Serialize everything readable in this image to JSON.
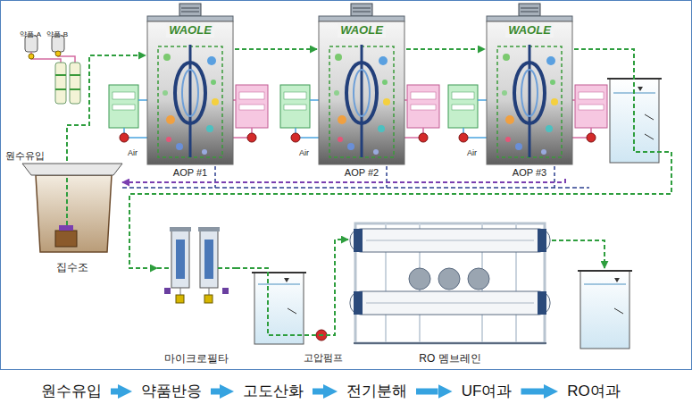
{
  "diagram": {
    "nodes": [
      {
        "text": [
          "집수조"
        ]
      },
      {
        "text": [
          "WAOLE",
          "AOP #1"
        ]
      },
      {
        "text": [
          "WAOLE",
          "AOP #2"
        ]
      },
      {
        "text": [
          "WAOLE",
          "AOP #3"
        ]
      },
      {
        "text": [
          "마이크로필타"
        ]
      },
      {
        "text": [
          "RO 멤브레인"
        ]
      },
      {
        "text": [
          "원수유입"
        ]
      },
      {
        "text": [
          "약품반응"
        ]
      },
      {
        "text": [
          "고도산화"
        ]
      },
      {
        "text": [
          "전기분해"
        ]
      },
      {
        "text": [
          "UF여과"
        ]
      },
      {
        "text": [
          "RO여과"
        ]
      }
    ],
    "edges": [
      {
        "from": 0,
        "to": 1,
        "arrow": "to"
      },
      {
        "from": 1,
        "to": 2,
        "arrow": "to"
      },
      {
        "from": 2,
        "to": 3,
        "arrow": "to"
      },
      {
        "from": 3,
        "to": 4,
        "arrow": "to"
      },
      {
        "from": 4,
        "to": 5,
        "arrow": "to"
      },
      {
        "from": 3,
        "to": 0,
        "arrow": "to"
      },
      {
        "from": 6,
        "to": 7,
        "arrow": "to"
      },
      {
        "from": 7,
        "to": 8,
        "arrow": "to"
      },
      {
        "from": 8,
        "to": 9,
        "arrow": "to"
      },
      {
        "from": 9,
        "to": 10,
        "arrow": "to"
      },
      {
        "from": 10,
        "to": 11,
        "arrow": "to"
      }
    ],
    "labels": [
      "약품-A",
      "약품-B",
      "원수유입",
      "Air",
      "Air",
      "Air",
      "고압펌프"
    ]
  }
}
